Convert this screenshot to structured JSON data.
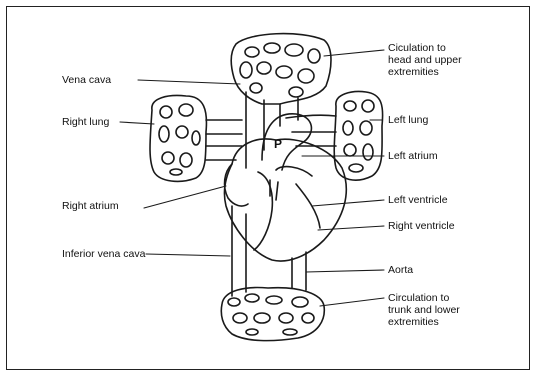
{
  "diagram": {
    "labels": {
      "vena_cava": "Vena cava",
      "right_lung": "Right lung",
      "right_atrium": "Right atrium",
      "inferior_vena_cava": "Inferior vena cava",
      "circ_head_1": "Ciculation to",
      "circ_head_2": "head and upper",
      "circ_head_3": "extremities",
      "left_lung": "Left lung",
      "left_atrium": "Left atrium",
      "left_ventricle": "Left ventricle",
      "right_ventricle": "Right ventricle",
      "aorta": "Aorta",
      "circ_trunk_1": "Circulation to",
      "circ_trunk_2": "trunk and lower",
      "circ_trunk_3": "extremities",
      "pulmonary_marker": "P"
    },
    "colors": {
      "ink": "#1a1a1a",
      "background": "#ffffff"
    }
  }
}
